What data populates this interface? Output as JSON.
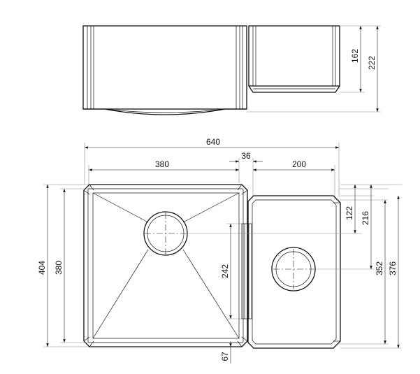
{
  "drawing": {
    "dimensions": {
      "overall_width": "640",
      "large_bowl_width": "380",
      "divider_gap": "36",
      "small_bowl_width": "200",
      "small_bowl_depth_side": "162",
      "overall_depth_side": "222",
      "outer_length": "404",
      "large_bowl_length": "380",
      "drain_offset": "122",
      "small_drain_offset": "216",
      "bracket_span": "242",
      "bracket_offset": "67",
      "small_bowl_length": "352",
      "small_outer_length": "376"
    }
  }
}
